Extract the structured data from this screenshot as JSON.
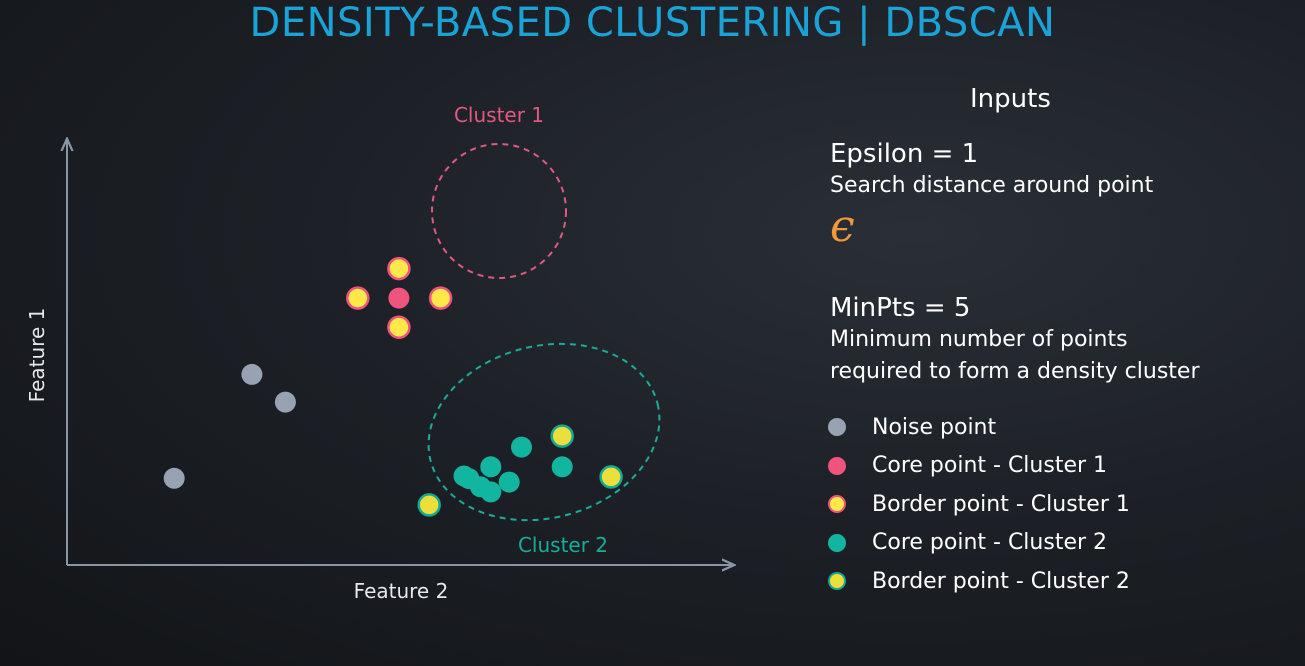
{
  "slide": {
    "title": "DENSITY-BASED CLUSTERING | DBSCAN"
  },
  "colors": {
    "accent": "#1aa3d9",
    "noise": "#97a3b3",
    "cluster1_core": "#f0537c",
    "cluster1_outline": "#e4577f",
    "border1_fill": "#ffe94a",
    "border1_stroke": "#f0537c",
    "cluster2_core": "#12b5a0",
    "cluster2_outline": "#17ad9a",
    "border2_fill": "#ecdf3c",
    "border2_stroke": "#15a896",
    "epsilon": "#f29a3a",
    "axis": "#8a95a6",
    "axis_label": "#e6e8ec"
  },
  "diagram": {
    "x_axis_label": "Feature 2",
    "y_axis_label": "Feature 1",
    "cluster1_label": "Cluster 1",
    "cluster2_label": "Cluster 2",
    "points": [
      {
        "kind": "border1",
        "x": 0.4983,
        "y": 0.6975
      },
      {
        "kind": "border1",
        "x": 0.4366,
        "y": 0.628
      },
      {
        "kind": "core1",
        "x": 0.4983,
        "y": 0.628
      },
      {
        "kind": "border1",
        "x": 0.561,
        "y": 0.628
      },
      {
        "kind": "border1",
        "x": 0.4983,
        "y": 0.5595
      },
      {
        "kind": "noise",
        "x": 0.2776,
        "y": 0.4484
      },
      {
        "kind": "noise",
        "x": 0.3279,
        "y": 0.3834
      },
      {
        "kind": "noise",
        "x": 0.161,
        "y": 0.2039
      },
      {
        "kind": "border2",
        "x": 0.7436,
        "y": 0.3032
      },
      {
        "kind": "core2",
        "x": 0.6825,
        "y": 0.2773
      },
      {
        "kind": "core2",
        "x": 0.6364,
        "y": 0.2311
      },
      {
        "kind": "core2",
        "x": 0.7436,
        "y": 0.2311
      },
      {
        "kind": "core2",
        "x": 0.5961,
        "y": 0.2093
      },
      {
        "kind": "core2",
        "x": 0.6034,
        "y": 0.2033
      },
      {
        "kind": "core2",
        "x": 0.6208,
        "y": 0.1839
      },
      {
        "kind": "core2",
        "x": 0.6639,
        "y": 0.195
      },
      {
        "kind": "core2",
        "x": 0.6364,
        "y": 0.1721
      },
      {
        "kind": "border2",
        "x": 0.817,
        "y": 0.2073
      },
      {
        "kind": "border2",
        "x": 0.5438,
        "y": 0.1413
      }
    ]
  },
  "inputs": {
    "heading": "Inputs",
    "epsilon": {
      "name": "Epsilon = 1",
      "description": "Search distance around point",
      "symbol": "ϵ"
    },
    "minpts": {
      "name": "MinPts = 5",
      "description_line1": "Minimum number of points",
      "description_line2": "required to form a density cluster"
    }
  },
  "legend": {
    "items": [
      {
        "kind": "noise",
        "label": "Noise point"
      },
      {
        "kind": "core1",
        "label": "Core point - Cluster 1"
      },
      {
        "kind": "border1",
        "label": "Border point - Cluster 1"
      },
      {
        "kind": "core2",
        "label": "Core point - Cluster 2"
      },
      {
        "kind": "border2",
        "label": "Border point - Cluster 2"
      }
    ]
  }
}
